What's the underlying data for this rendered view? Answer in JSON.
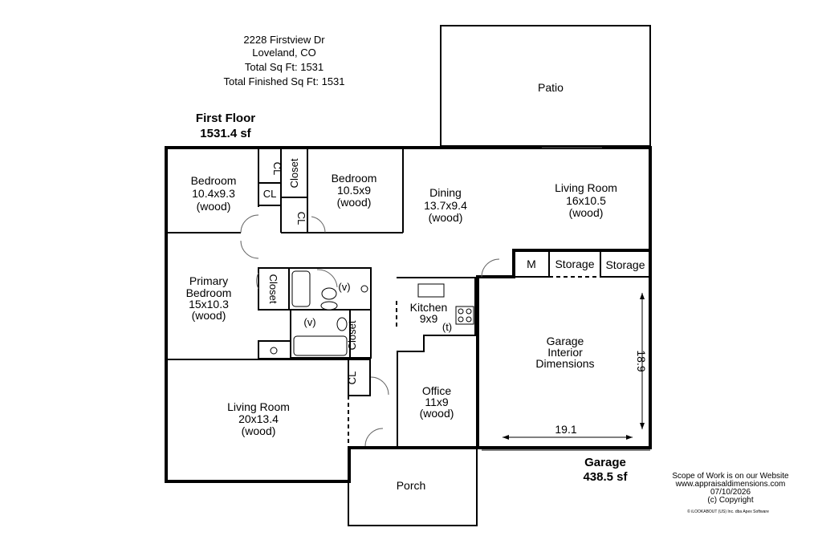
{
  "header": {
    "address_line1": "2228 Firstview Dr",
    "address_line2": "Loveland, CO",
    "total_sqft": "Total Sq Ft: 1531",
    "total_finished_sqft": "Total Finished Sq Ft: 1531"
  },
  "floor": {
    "name": "First Floor",
    "area": "1531.4 sf"
  },
  "rooms": {
    "patio": "Patio",
    "bedroom_left": {
      "name": "Bedroom",
      "size": "10.4x9.3",
      "floor": "(wood)"
    },
    "bedroom_mid": {
      "name": "Bedroom",
      "size": "10.5x9",
      "floor": "(wood)"
    },
    "dining": {
      "name": "Dining",
      "size": "13.7x9.4",
      "floor": "(wood)"
    },
    "living_top": {
      "name": "Living Room",
      "size": "16x10.5",
      "floor": "(wood)"
    },
    "primary": {
      "name1": "Primary",
      "name2": "Bedroom",
      "size": "15x10.3",
      "floor": "(wood)"
    },
    "kitchen": {
      "name": "Kitchen",
      "size": "9x9"
    },
    "living_bottom": {
      "name": "Living Room",
      "size": "20x13.4",
      "floor": "(wood)"
    },
    "office": {
      "name": "Office",
      "size": "11x9",
      "floor": "(wood)"
    },
    "porch": "Porch",
    "garage_interior": {
      "line1": "Garage",
      "line2": "Interior",
      "line3": "Dimensions"
    },
    "storage_m": "M",
    "storage_1": "Storage",
    "storage_2": "Storage"
  },
  "labels": {
    "cl": "CL",
    "closet": "Closet",
    "vanity": "(v)",
    "toilet_t": "(t)"
  },
  "garage": {
    "width": "19.1",
    "depth": "18.9",
    "name": "Garage",
    "area": "438.5 sf"
  },
  "footer": {
    "line1": "Scope of Work is on our Website",
    "line2": "www.appraisaldimensions.com",
    "line3": "07/10/2026",
    "line4": "(c) Copyright",
    "software": "© iLOOKABOUT (US) Inc. dba Apex Software"
  }
}
